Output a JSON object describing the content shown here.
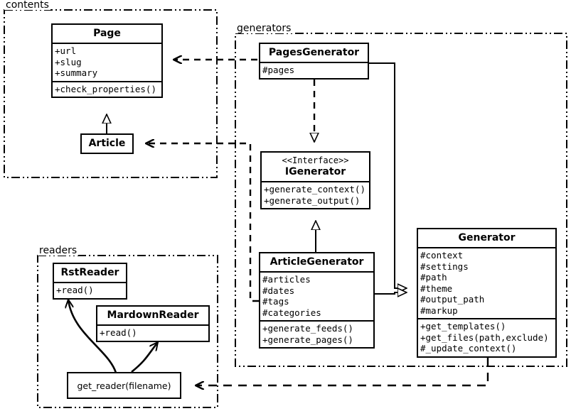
{
  "diagram": {
    "type": "uml-class-diagram",
    "packages": [
      {
        "id": "contents",
        "label": "contents",
        "border_style": "dash-dot-dot"
      },
      {
        "id": "generators",
        "label": "generators",
        "border_style": "dash-dot-dot"
      },
      {
        "id": "readers",
        "label": "readers",
        "border_style": "dash-dot-dot"
      }
    ],
    "classes": [
      {
        "id": "page",
        "name": "Page",
        "package": "contents",
        "attributes": [
          "+url",
          "+slug",
          "+summary"
        ],
        "methods": [
          "+check_properties()"
        ]
      },
      {
        "id": "article",
        "name": "Article",
        "package": "contents",
        "attributes": [],
        "methods": []
      },
      {
        "id": "pages_generator",
        "name": "PagesGenerator",
        "package": "generators",
        "attributes": [
          "#pages"
        ],
        "methods": []
      },
      {
        "id": "igenerator",
        "name": "IGenerator",
        "stereotype": "<<Interface>>",
        "package": "generators",
        "attributes": [],
        "methods": [
          "+generate_context()",
          "+generate_output()"
        ]
      },
      {
        "id": "article_generator",
        "name": "ArticleGenerator",
        "package": "generators",
        "attributes": [
          "#articles",
          "#dates",
          "#tags",
          "#categories"
        ],
        "methods": [
          "+generate_feeds()",
          "+generate_pages()"
        ]
      },
      {
        "id": "generator",
        "name": "Generator",
        "package": "generators",
        "attributes": [
          "#context",
          "#settings",
          "#path",
          "#theme",
          "#output_path",
          "#markup"
        ],
        "methods": [
          "+get_templates()",
          "+get_files(path,exclude)",
          "#_update_context()"
        ]
      },
      {
        "id": "rst_reader",
        "name": "RstReader",
        "package": "readers",
        "attributes": [],
        "methods": [
          "+read()"
        ]
      },
      {
        "id": "mardown_reader",
        "name": "MardownReader",
        "package": "readers",
        "attributes": [],
        "methods": [
          "+read()"
        ]
      }
    ],
    "functions": [
      {
        "id": "get_reader",
        "label": "get_reader(filename)",
        "package": "readers"
      }
    ],
    "relations": [
      {
        "from": "article",
        "to": "page",
        "type": "generalization",
        "style": "solid"
      },
      {
        "from": "pages_generator",
        "to": "igenerator",
        "type": "realization",
        "style": "dashed"
      },
      {
        "from": "article_generator",
        "to": "igenerator",
        "type": "generalization",
        "style": "solid"
      },
      {
        "from": "pages_generator",
        "to": "generator",
        "type": "generalization",
        "style": "solid"
      },
      {
        "from": "article_generator",
        "to": "generator",
        "type": "generalization",
        "style": "solid"
      },
      {
        "from": "pages_generator",
        "to": "page",
        "type": "dependency",
        "style": "dashed"
      },
      {
        "from": "article_generator",
        "to": "article",
        "type": "dependency",
        "style": "dashed"
      },
      {
        "from": "generator",
        "to": "get_reader",
        "type": "dependency",
        "style": "dashed"
      },
      {
        "from": "get_reader",
        "to": "rst_reader",
        "type": "returns",
        "style": "curved"
      },
      {
        "from": "get_reader",
        "to": "mardown_reader",
        "type": "returns",
        "style": "curved"
      }
    ],
    "colors": {
      "line": "#000000",
      "background": "#ffffff",
      "text": "#000000"
    }
  }
}
